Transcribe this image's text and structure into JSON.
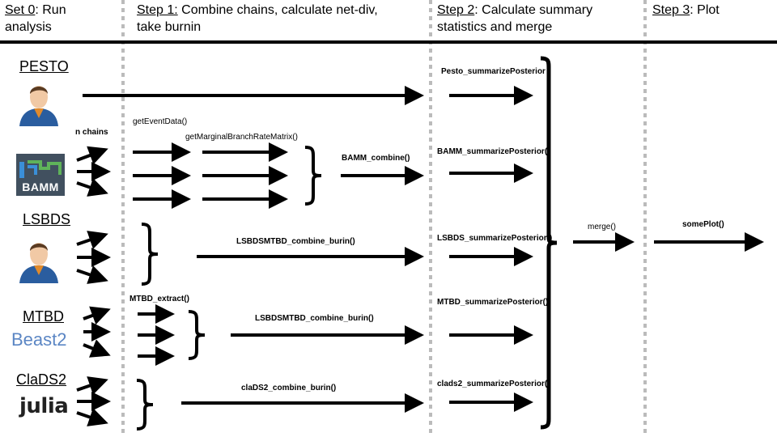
{
  "headers": [
    {
      "step": "Set 0",
      "rest1": ": Run",
      "rest2": "analysis"
    },
    {
      "step": "Step 1:",
      "rest1": " Combine chains, calculate net-div,",
      "rest2": "take burnin"
    },
    {
      "step": "Step 2",
      "rest1": ": Calculate summary",
      "rest2": "statistics and merge"
    },
    {
      "step": "Step 3",
      "rest1": ": Plot",
      "rest2": ""
    }
  ],
  "tools": {
    "pesto": "PESTO",
    "bamm": "BAMM",
    "lsbds": "LSBDS",
    "mtbd": "MTBD",
    "clads2": "ClaDS2"
  },
  "logos": {
    "bamm": "BAMM",
    "beast": "Beast2",
    "julia": "julia"
  },
  "labels": {
    "n_chains": "n chains",
    "get_event_data": "getEventData()",
    "get_marginal": "getMarginalBranchRateMatrix()",
    "bamm_combine": "BAMM_combine()",
    "lsbds_combine": "LSBDSMTBD_combine_burin()",
    "mtbd_extract": "MTBD_extract()",
    "mtbd_combine": "LSBDSMTBD_combine_burin()",
    "clads_combine": "claDS2_combine_burin()",
    "pesto_summ": "Pesto_summarizePosterior",
    "bamm_summ": "BAMM_summarizePosterior()",
    "lsbds_summ": "LSBDS_summarizePosterior()",
    "mtbd_summ": "MTBD_summarizePosterior()",
    "clads_summ": "clads2_summarizePosterior()",
    "merge": "merge()",
    "some_plot": "somePlot()"
  },
  "colors": {
    "divider": "#bbbbbb",
    "bamm_logo": "#41505f",
    "beast": "#5b86c4",
    "julia_dots": [
      "#4063d8",
      "#389826",
      "#cb3c33",
      "#9558b2"
    ]
  }
}
